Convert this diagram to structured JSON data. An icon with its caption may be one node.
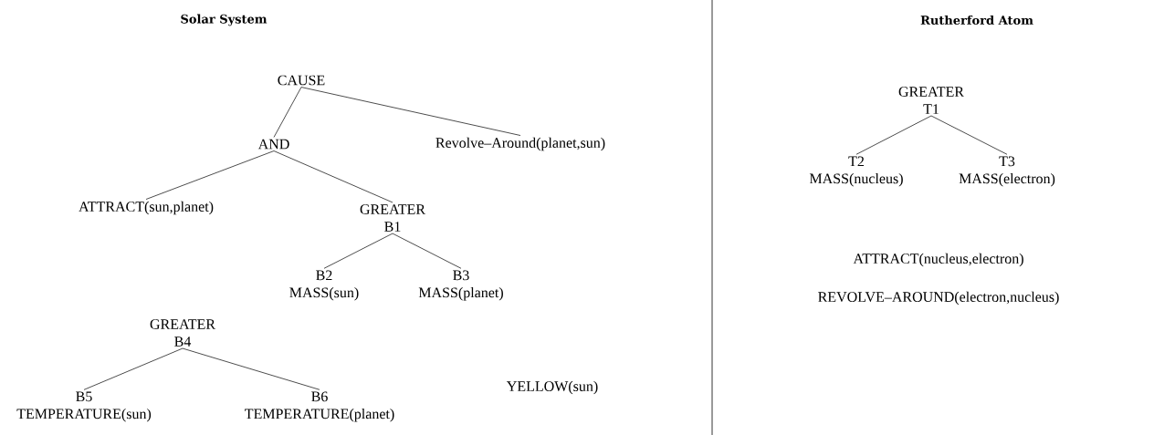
{
  "diagram": {
    "nodes": [
      {
        "text": [
          "CAUSE"
        ]
      },
      {
        "text": [
          "AND"
        ]
      },
      {
        "text": [
          "Revolve–Around(planet,sun)"
        ]
      },
      {
        "text": [
          "ATTRACT(sun,planet)"
        ]
      },
      {
        "text": [
          "GREATER",
          "B1"
        ]
      },
      {
        "text": [
          "B2",
          "MASS(sun)"
        ]
      },
      {
        "text": [
          "B3",
          "MASS(planet)"
        ]
      },
      {
        "text": [
          "GREATER",
          "B4"
        ]
      },
      {
        "text": [
          "B5",
          "TEMPERATURE(sun)"
        ]
      },
      {
        "text": [
          "B6",
          "TEMPERATURE(planet)"
        ]
      },
      {
        "text": [
          "GREATER",
          "T1"
        ]
      },
      {
        "text": [
          "T2",
          "MASS(nucleus)"
        ]
      },
      {
        "text": [
          "T3",
          "MASS(electron)"
        ]
      }
    ],
    "edges": [
      {
        "from": 0,
        "to": 1,
        "arrow": "none"
      },
      {
        "from": 0,
        "to": 2,
        "arrow": "none"
      },
      {
        "from": 1,
        "to": 3,
        "arrow": "none"
      },
      {
        "from": 1,
        "to": 4,
        "arrow": "none"
      },
      {
        "from": 4,
        "to": 5,
        "arrow": "none"
      },
      {
        "from": 4,
        "to": 6,
        "arrow": "none"
      },
      {
        "from": 7,
        "to": 8,
        "arrow": "none"
      },
      {
        "from": 7,
        "to": 9,
        "arrow": "none"
      },
      {
        "from": 10,
        "to": 11,
        "arrow": "none"
      },
      {
        "from": 10,
        "to": 12,
        "arrow": "none"
      }
    ],
    "labels": [
      "Solar System",
      "Rutherford Atom",
      "YELLOW(sun)",
      "ATTRACT(nucleus,electron)",
      "REVOLVE–AROUND(electron,nucleus)"
    ]
  }
}
